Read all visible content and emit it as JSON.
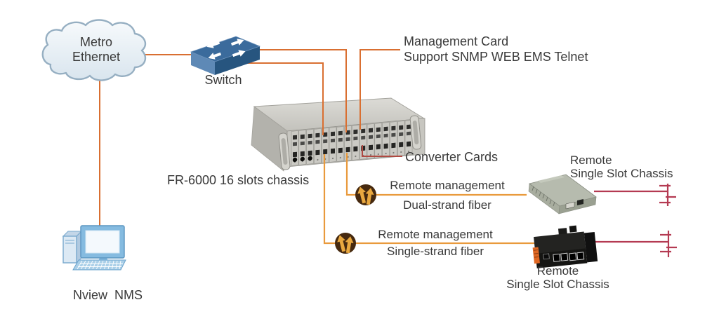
{
  "diagram": {
    "cloud": {
      "line1": "Metro",
      "line2": "Ethernet"
    },
    "switch": {
      "label": "Switch"
    },
    "chassis": {
      "label": "FR-6000 16 slots chassis"
    },
    "management_card": {
      "line1": "Management Card",
      "line2": "Support SNMP WEB EMS Telnet"
    },
    "converter_cards": {
      "label": "Converter Cards"
    },
    "fiber_link_1": {
      "line1": "Remote management",
      "line2": "Dual-strand fiber"
    },
    "fiber_link_2": {
      "line1": "Remote management",
      "line2": "Single-strand fiber"
    },
    "remote_chassis_1": {
      "line1": "Remote",
      "line2": "Single Slot Chassis"
    },
    "remote_chassis_2": {
      "line1": "Remote",
      "line2": "Single Slot Chassis"
    },
    "nms": {
      "label": "Nview  NMS"
    }
  },
  "colors": {
    "ethernet_line": "#d96f31",
    "fiber_line": "#e99a3c",
    "copper_line": "#b43a52",
    "callout_line": "#b04a42",
    "text": "#3a3a3a"
  }
}
